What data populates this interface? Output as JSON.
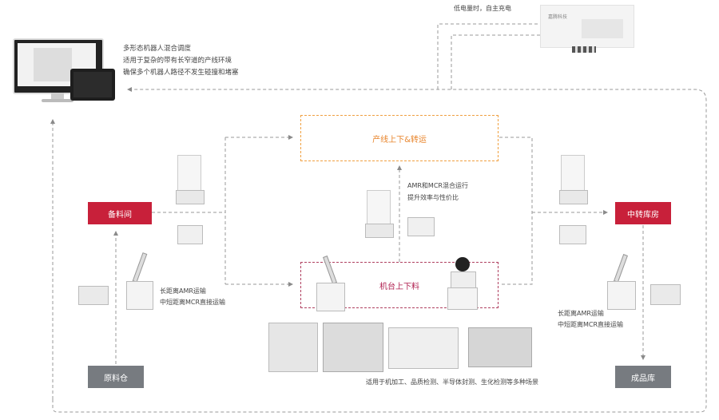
{
  "charging": {
    "label": "低电量时，自主充电",
    "station_brand": "嘉腾科技"
  },
  "monitor_text": {
    "line1": "多形态机器人混合调度",
    "line2": "适用于复杂的带有长窄道的产线环境",
    "line3": "确保多个机器人路径不发生碰撞和堵塞"
  },
  "nodes": {
    "prep_area": "备料间",
    "transfer_warehouse": "中转库房",
    "raw_warehouse": "原料仓",
    "finished_warehouse": "成品库",
    "line_transfer": "产线上下&转运",
    "machine_load": "机台上下料"
  },
  "notes": {
    "mixed_line1": "AMR和MCR混合运行",
    "mixed_line2": "提升效率与性价比",
    "left_line1": "长距离AMR运输",
    "left_line2": "中短距离MCR直接运输",
    "right_line1": "长距离AMR运输",
    "right_line2": "中短距离MCR直接运输",
    "scenes": "适用于机加工、品质检测、半导体封测、生化检测等多种场景"
  },
  "colors": {
    "red": "#c8203a",
    "gray": "#777b80",
    "orange": "#f0a040",
    "line": "#9a9a9a"
  }
}
